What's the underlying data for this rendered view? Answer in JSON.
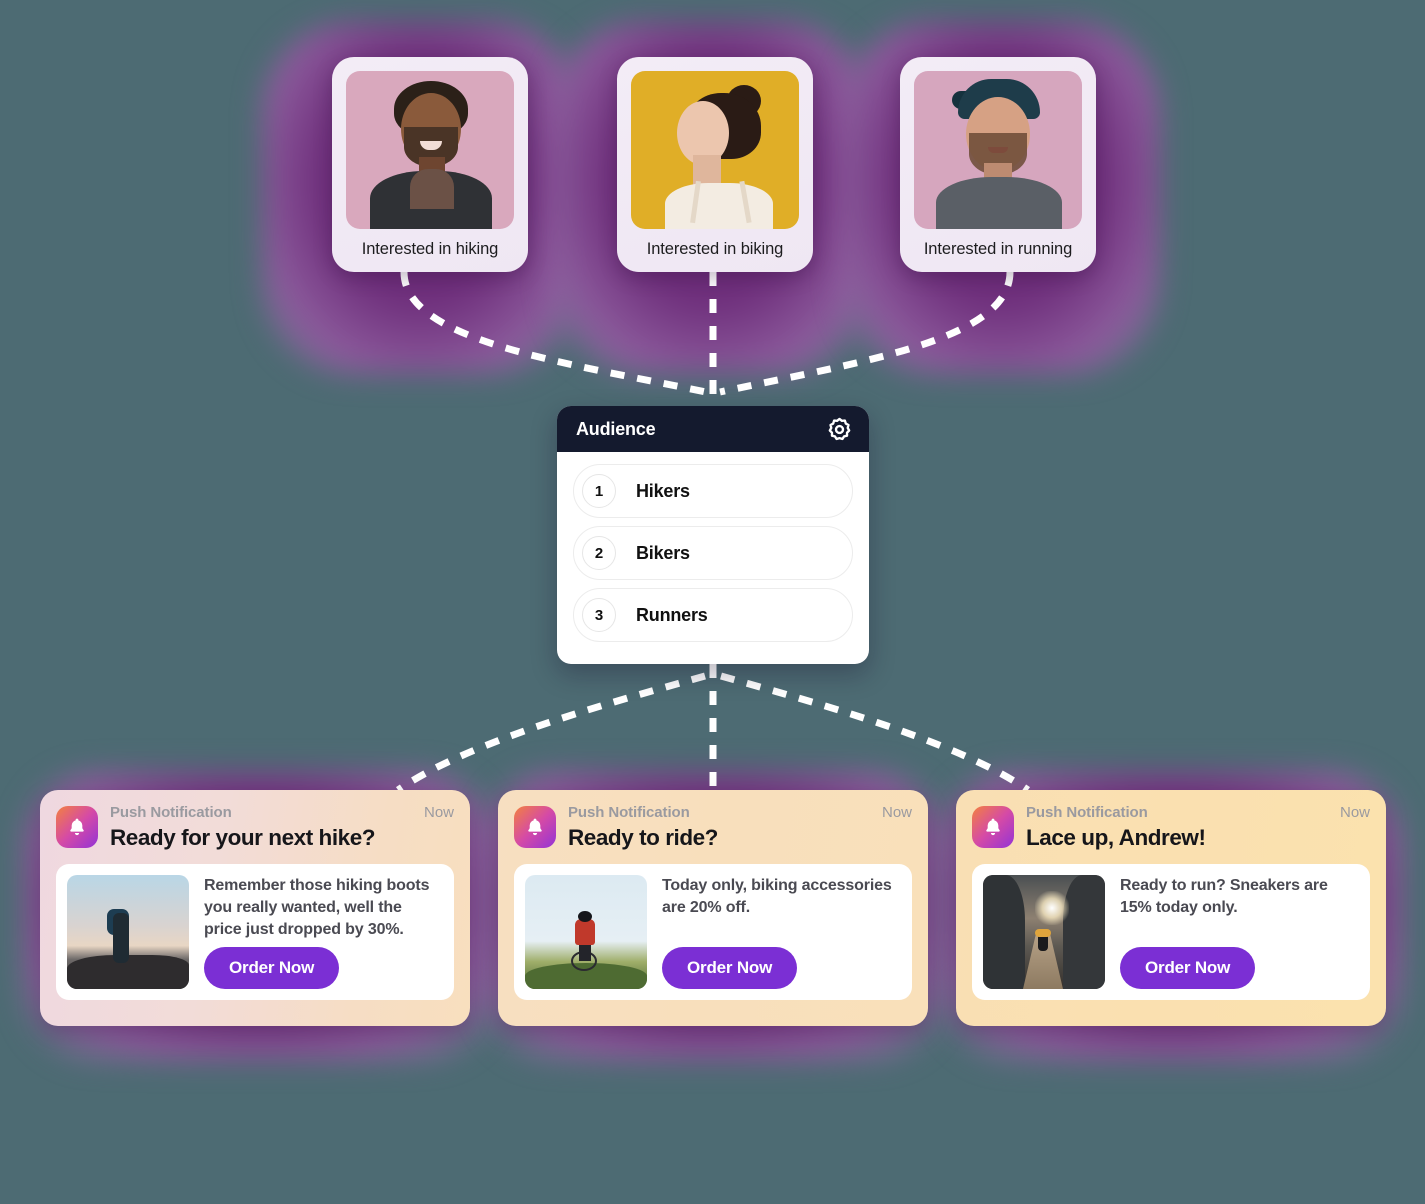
{
  "theme": {
    "background": "#4d6b73",
    "glow_purple": "#6b2b78",
    "accent_purple": "#7b2fd4",
    "header_dark": "#141a2e",
    "connector": "#ffffff"
  },
  "personas": [
    {
      "caption": "Interested in hiking",
      "photo": "portrait-man-smiling-pink-backdrop"
    },
    {
      "caption": "Interested in biking",
      "photo": "portrait-woman-profile-yellow-backdrop"
    },
    {
      "caption": "Interested in running",
      "photo": "portrait-man-cap-pink-backdrop"
    }
  ],
  "audience": {
    "title": "Audience",
    "settings_icon": "gear-icon",
    "segments": [
      {
        "number": "1",
        "label": "Hikers"
      },
      {
        "number": "2",
        "label": "Bikers"
      },
      {
        "number": "3",
        "label": "Runners"
      }
    ]
  },
  "notifications": [
    {
      "kicker": "Push Notification",
      "time": "Now",
      "title": "Ready for your next hike?",
      "message": "Remember those hiking boots you really wanted, well the price just dropped by 30%.",
      "cta": "Order Now",
      "icon": "bell-icon",
      "thumbnail": "hiker-on-mountain-at-sunset"
    },
    {
      "kicker": "Push Notification",
      "time": "Now",
      "title": "Ready to ride?",
      "message": "Today only, biking accessories are 20% off.",
      "cta": "Order Now",
      "icon": "bell-icon",
      "thumbnail": "cyclist-on-hilltop"
    },
    {
      "kicker": "Push Notification",
      "time": "Now",
      "title": "Lace up, Andrew!",
      "message": "Ready to run? Sneakers are 15% today only.",
      "cta": "Order Now",
      "icon": "bell-icon",
      "thumbnail": "runner-on-suspension-bridge"
    }
  ]
}
